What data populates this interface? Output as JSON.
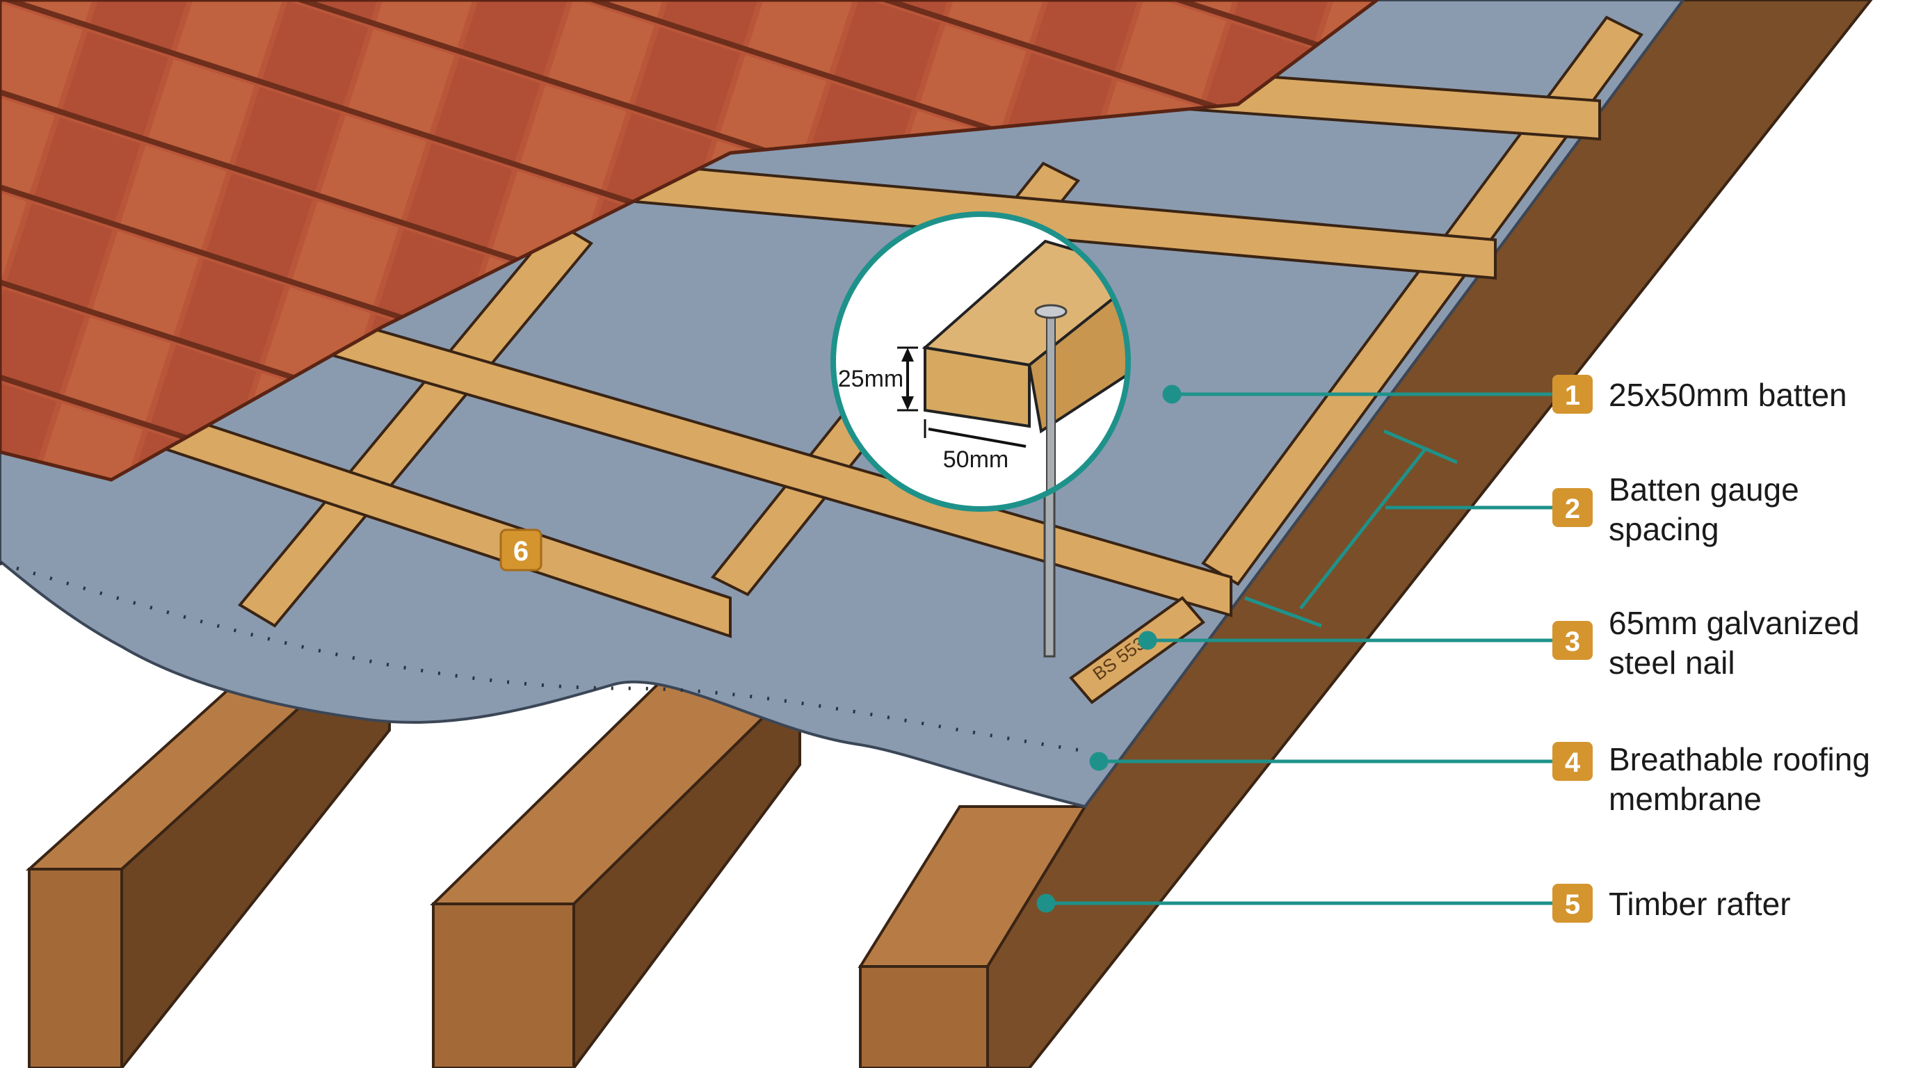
{
  "colors": {
    "accent_teal": "#1e928a",
    "badge": "#d4952f",
    "membrane": "#8a9bb0",
    "batten": "#d9a862",
    "rafter": "#8a5a30",
    "tile": "#b9563a"
  },
  "detail": {
    "height_label": "25mm",
    "width_label": "50mm",
    "stamp": "BS 5534"
  },
  "callouts": [
    {
      "number": "1",
      "lines": [
        "25x50mm batten"
      ]
    },
    {
      "number": "2",
      "lines": [
        "Batten gauge",
        "spacing"
      ]
    },
    {
      "number": "3",
      "lines": [
        "65mm galvanized",
        "steel nail"
      ]
    },
    {
      "number": "4",
      "lines": [
        "Breathable roofing",
        "membrane"
      ]
    },
    {
      "number": "5",
      "lines": [
        "Timber rafter"
      ]
    }
  ],
  "inline_badge": {
    "number": "6"
  }
}
